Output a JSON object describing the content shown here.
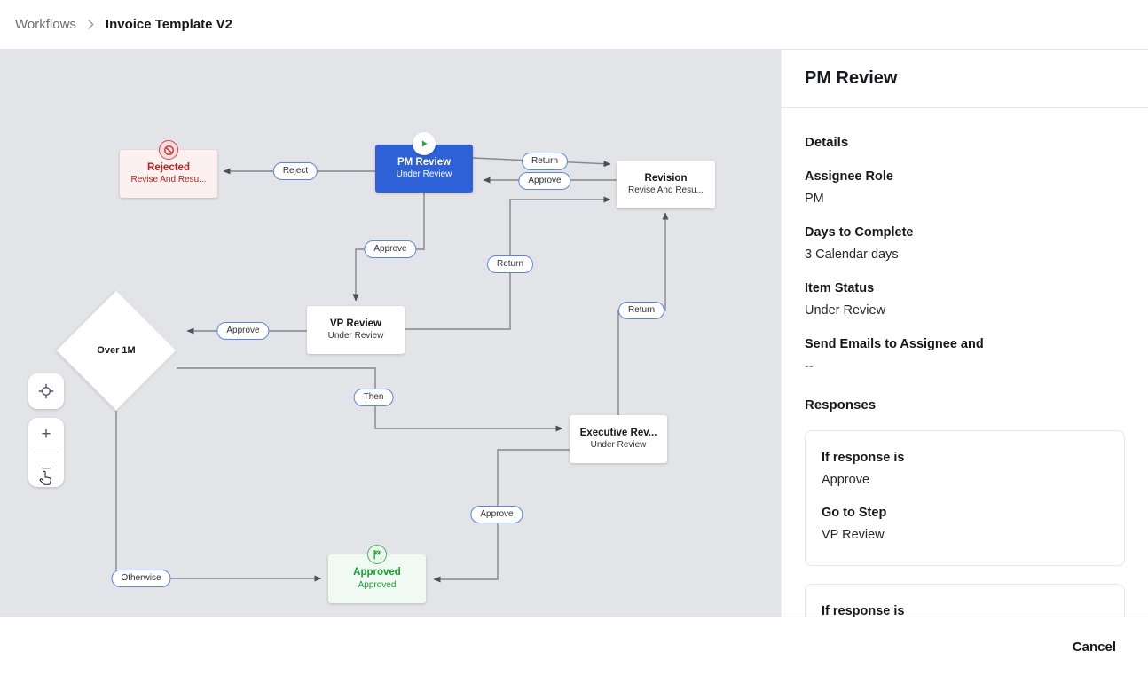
{
  "breadcrumb": {
    "parent": "Workflows",
    "current": "Invoice Template V2"
  },
  "canvas": {
    "nodes": {
      "rejected": {
        "title": "Rejected",
        "subtitle": "Revise And Resu...",
        "badge": "prohibit-icon"
      },
      "pm_review": {
        "title": "PM Review",
        "subtitle": "Under Review",
        "badge": "play-icon",
        "state": "selected"
      },
      "revision": {
        "title": "Revision",
        "subtitle": "Revise And Resu..."
      },
      "vp_review": {
        "title": "VP Review",
        "subtitle": "Under Review"
      },
      "over_1m": {
        "title": "Over 1M",
        "shape": "decision-diamond"
      },
      "executive_review": {
        "title": "Executive Rev...",
        "subtitle": "Under Review"
      },
      "approved": {
        "title": "Approved",
        "subtitle": "Approved",
        "badge": "flag-icon"
      }
    },
    "edge_labels": {
      "reject": "Reject",
      "return_top": "Return",
      "approve_top": "Approve",
      "approve_pm_vp": "Approve",
      "return_vp_revision": "Return",
      "approve_vp_diamond": "Approve",
      "return_exec_revision": "Return",
      "then": "Then",
      "approve_exec_approved": "Approve",
      "otherwise": "Otherwise"
    },
    "zoom_controls": {
      "zoom_in_label": "+",
      "zoom_out_label": "−"
    }
  },
  "icons": {
    "breadcrumb_separator": "chevron-right-icon",
    "recenter": "crosshair-icon",
    "rejected_badge": "prohibit-icon",
    "pm_review_badge": "play-icon",
    "approved_badge": "flag-icon",
    "cursor": "pointer-hand-cursor"
  },
  "colors": {
    "canvas_bg": "#e2e4e7",
    "selected_node_blue": "#2e61d8",
    "rejected_red": "#b3261e",
    "rejected_bg": "#fcf0f1",
    "approved_green": "#1b9c35",
    "approved_bg": "#f1faf2",
    "pill_border": "#5b86dd",
    "edge_gray": "#83878e"
  },
  "panel": {
    "title": "PM Review",
    "details": {
      "heading": "Details",
      "fields": [
        {
          "label": "Assignee Role",
          "value": "PM"
        },
        {
          "label": "Days to Complete",
          "value": "3 Calendar days"
        },
        {
          "label": "Item Status",
          "value": "Under Review"
        },
        {
          "label": "Send Emails to Assignee and",
          "value": "--"
        }
      ]
    },
    "responses": {
      "heading": "Responses",
      "cards": [
        {
          "if_label": "If response is",
          "if_value": "Approve",
          "goto_label": "Go to Step",
          "goto_value": "VP Review"
        },
        {
          "if_label": "If response is"
        }
      ]
    }
  },
  "footer": {
    "cancel": "Cancel"
  }
}
